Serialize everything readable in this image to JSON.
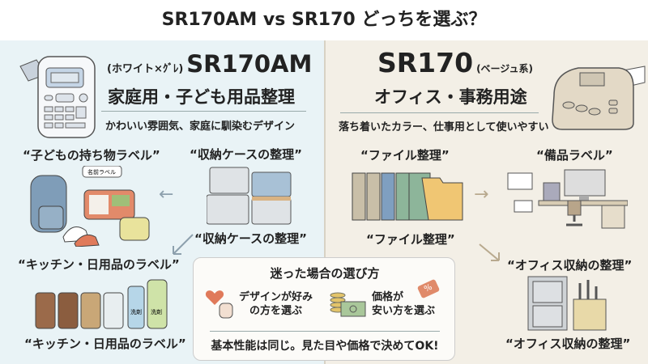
{
  "title": "SR170AM vs SR170 どっちを選ぶ？",
  "left": {
    "color_note": "(ホワイト×ｸﾞﾚ)",
    "model": "SR170AM",
    "use": "家庭用・子ども用品整理",
    "desc": "かわいい雰囲気、家庭に馴染むデザイン",
    "labels": [
      "“子どもの持ち物ラベル”",
      "“収納ケースの整理”",
      "“収納ケースの整理”",
      "“キッチン・日用品のラベル”",
      "“キッチン・日用品のラベル”"
    ],
    "bubble": "名前ラベル",
    "bottle_labels": [
      "洗剤",
      "洗剤"
    ],
    "bg": "#e9f3f6"
  },
  "right": {
    "model": "SR170",
    "color_note": "(ベージュ系)",
    "use": "オフィス・事務用途",
    "desc": "落ち着いたカラー、仕事用として使いやすい",
    "labels": [
      "“ファイル整理”",
      "“備品ラベル”",
      "“ファイル整理”",
      "“オフィス収納の整理”",
      "“オフィス収納の整理”"
    ],
    "bg": "#f3efe6"
  },
  "choice": {
    "title": "迷った場合の選び方",
    "option1": [
      "デザインが好み",
      "の方を選ぶ"
    ],
    "option2": [
      "価格が",
      "安い方を選ぶ"
    ],
    "tag": "%",
    "summary": "基本性能は同じ。見た目や価格で決めてOK!"
  }
}
